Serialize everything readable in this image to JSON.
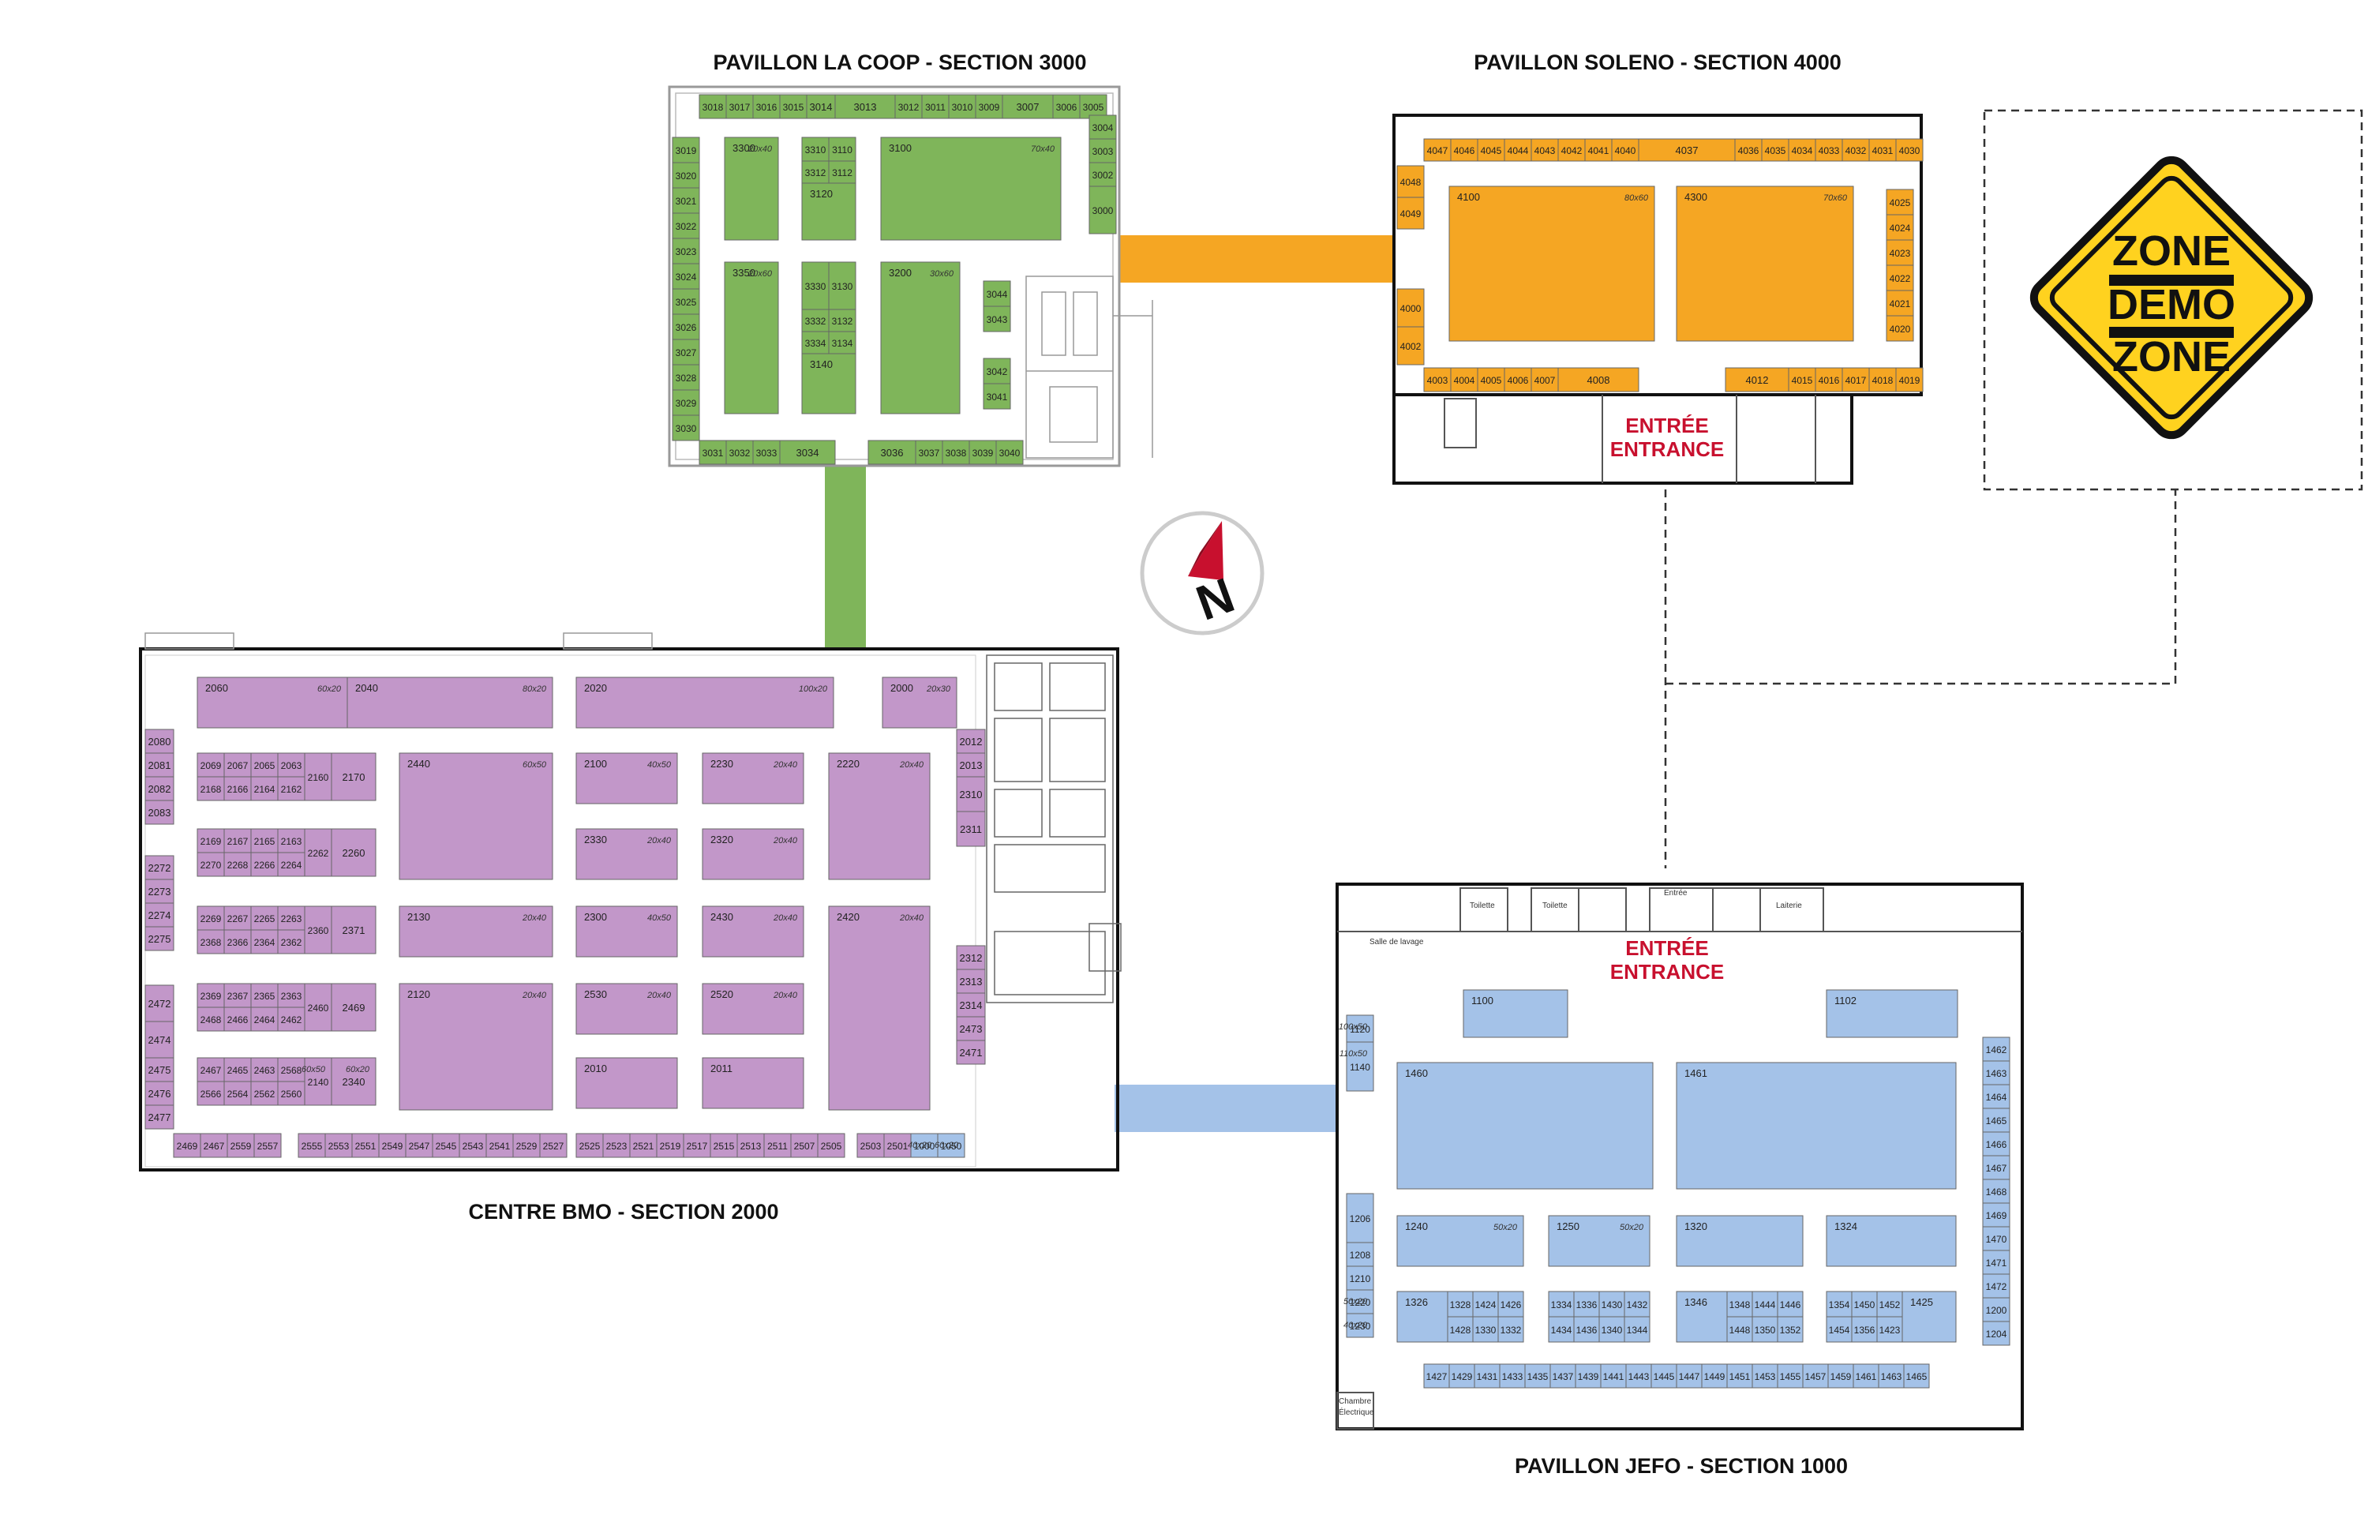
{
  "colors": {
    "coop": "#7fb55a",
    "soleno": "#f5a623",
    "bmo": "#c297c9",
    "jefo": "#a4c2e8",
    "stroke": "#666666",
    "wall": "#111111",
    "entry": "#c8102e",
    "sign": "#ffd21f"
  },
  "titles": {
    "coop": "PAVILLON LA COOP - SECTION 3000",
    "soleno": "PAVILLON SOLENO - SECTION 4000",
    "bmo": "CENTRE BMO - SECTION 2000",
    "jefo": "PAVILLON JEFO - SECTION 1000"
  },
  "entrance": {
    "line1": "ENTRÉE",
    "line2": "ENTRANCE"
  },
  "compass": {
    "letter": "N"
  },
  "demo_zone": {
    "line1": "ZONE",
    "line2": "DEMO",
    "line3": "ZONE"
  },
  "room_labels": {
    "toilette1": "Toilette",
    "toilette2": "Toilette",
    "entree_small": "Entrée",
    "laiterie": "Laiterie",
    "salle_lavage": "Salle de lavage",
    "chambre": "Chambre",
    "electrique": "Électrique"
  },
  "booths": [
    {
      "n": "3018",
      "c": "coop"
    },
    {
      "n": "3017",
      "c": "coop"
    },
    {
      "n": "3016",
      "c": "coop"
    },
    {
      "n": "3015",
      "c": "coop"
    },
    {
      "n": "3014",
      "c": "coop"
    },
    {
      "n": "3013",
      "c": "coop"
    },
    {
      "n": "3012",
      "c": "coop"
    },
    {
      "n": "3011",
      "c": "coop"
    },
    {
      "n": "3010",
      "c": "coop"
    },
    {
      "n": "3009",
      "c": "coop"
    },
    {
      "n": "3007",
      "c": "coop"
    },
    {
      "n": "3006",
      "c": "coop"
    },
    {
      "n": "3005",
      "c": "coop"
    },
    {
      "n": "3004",
      "c": "coop"
    },
    {
      "n": "3003",
      "c": "coop"
    },
    {
      "n": "3002",
      "c": "coop"
    },
    {
      "n": "3000",
      "c": "coop"
    },
    {
      "n": "3019",
      "c": "coop"
    },
    {
      "n": "3020",
      "c": "coop"
    },
    {
      "n": "3021",
      "c": "coop"
    },
    {
      "n": "3022",
      "c": "coop"
    },
    {
      "n": "3023",
      "c": "coop"
    },
    {
      "n": "3024",
      "c": "coop"
    },
    {
      "n": "3025",
      "c": "coop"
    },
    {
      "n": "3026",
      "c": "coop"
    },
    {
      "n": "3027",
      "c": "coop"
    },
    {
      "n": "3028",
      "c": "coop"
    },
    {
      "n": "3029",
      "c": "coop"
    },
    {
      "n": "3030",
      "c": "coop"
    },
    {
      "n": "3031",
      "c": "coop"
    },
    {
      "n": "3032",
      "c": "coop"
    },
    {
      "n": "3033",
      "c": "coop"
    },
    {
      "n": "3034",
      "c": "coop"
    },
    {
      "n": "3036",
      "c": "coop"
    },
    {
      "n": "3037",
      "c": "coop"
    },
    {
      "n": "3038",
      "c": "coop"
    },
    {
      "n": "3039",
      "c": "coop"
    },
    {
      "n": "3040",
      "c": "coop"
    },
    {
      "n": "3300",
      "c": "coop",
      "s": "20x40"
    },
    {
      "n": "3310",
      "c": "coop"
    },
    {
      "n": "3110",
      "c": "coop"
    },
    {
      "n": "3312",
      "c": "coop"
    },
    {
      "n": "3112",
      "c": "coop"
    },
    {
      "n": "3120",
      "c": "coop"
    },
    {
      "n": "3100",
      "c": "coop",
      "s": "70x40"
    },
    {
      "n": "3350",
      "c": "coop",
      "s": "20x60"
    },
    {
      "n": "3330",
      "c": "coop"
    },
    {
      "n": "3130",
      "c": "coop"
    },
    {
      "n": "3332",
      "c": "coop"
    },
    {
      "n": "3132",
      "c": "coop"
    },
    {
      "n": "3334",
      "c": "coop"
    },
    {
      "n": "3134",
      "c": "coop"
    },
    {
      "n": "3140",
      "c": "coop"
    },
    {
      "n": "3200",
      "c": "coop",
      "s": "30x60"
    },
    {
      "n": "3044",
      "c": "coop"
    },
    {
      "n": "3043",
      "c": "coop"
    },
    {
      "n": "3042",
      "c": "coop"
    },
    {
      "n": "3041",
      "c": "coop"
    },
    {
      "n": "4047",
      "c": "soleno"
    },
    {
      "n": "4046",
      "c": "soleno"
    },
    {
      "n": "4045",
      "c": "soleno"
    },
    {
      "n": "4044",
      "c": "soleno"
    },
    {
      "n": "4043",
      "c": "soleno"
    },
    {
      "n": "4042",
      "c": "soleno"
    },
    {
      "n": "4041",
      "c": "soleno"
    },
    {
      "n": "4040",
      "c": "soleno"
    },
    {
      "n": "4037",
      "c": "soleno"
    },
    {
      "n": "4036",
      "c": "soleno"
    },
    {
      "n": "4035",
      "c": "soleno"
    },
    {
      "n": "4034",
      "c": "soleno"
    },
    {
      "n": "4033",
      "c": "soleno"
    },
    {
      "n": "4032",
      "c": "soleno"
    },
    {
      "n": "4031",
      "c": "soleno"
    },
    {
      "n": "4030",
      "c": "soleno"
    },
    {
      "n": "4048",
      "c": "soleno"
    },
    {
      "n": "4049",
      "c": "soleno"
    },
    {
      "n": "4000",
      "c": "soleno"
    },
    {
      "n": "4002",
      "c": "soleno"
    },
    {
      "n": "4100",
      "c": "soleno",
      "s": "80x60"
    },
    {
      "n": "4300",
      "c": "soleno",
      "s": "70x60"
    },
    {
      "n": "4025",
      "c": "soleno"
    },
    {
      "n": "4024",
      "c": "soleno"
    },
    {
      "n": "4023",
      "c": "soleno"
    },
    {
      "n": "4022",
      "c": "soleno"
    },
    {
      "n": "4021",
      "c": "soleno"
    },
    {
      "n": "4020",
      "c": "soleno"
    },
    {
      "n": "4003",
      "c": "soleno"
    },
    {
      "n": "4004",
      "c": "soleno"
    },
    {
      "n": "4005",
      "c": "soleno"
    },
    {
      "n": "4006",
      "c": "soleno"
    },
    {
      "n": "4007",
      "c": "soleno"
    },
    {
      "n": "4008",
      "c": "soleno"
    },
    {
      "n": "4012",
      "c": "soleno"
    },
    {
      "n": "4015",
      "c": "soleno"
    },
    {
      "n": "4016",
      "c": "soleno"
    },
    {
      "n": "4017",
      "c": "soleno"
    },
    {
      "n": "4018",
      "c": "soleno"
    },
    {
      "n": "4019",
      "c": "soleno"
    },
    {
      "n": "2060",
      "c": "bmo",
      "s": "60x20"
    },
    {
      "n": "2040",
      "c": "bmo",
      "s": "80x20"
    },
    {
      "n": "2020",
      "c": "bmo",
      "s": "100x20"
    },
    {
      "n": "2000",
      "c": "bmo",
      "s": "20x30"
    },
    {
      "n": "2080",
      "c": "bmo"
    },
    {
      "n": "2081",
      "c": "bmo"
    },
    {
      "n": "2082",
      "c": "bmo"
    },
    {
      "n": "2083",
      "c": "bmo"
    },
    {
      "n": "2272",
      "c": "bmo"
    },
    {
      "n": "2273",
      "c": "bmo"
    },
    {
      "n": "2274",
      "c": "bmo"
    },
    {
      "n": "2275",
      "c": "bmo"
    },
    {
      "n": "2472",
      "c": "bmo"
    },
    {
      "n": "2474",
      "c": "bmo"
    },
    {
      "n": "2475",
      "c": "bmo"
    },
    {
      "n": "2476",
      "c": "bmo"
    },
    {
      "n": "2477",
      "c": "bmo"
    },
    {
      "n": "2069",
      "c": "bmo"
    },
    {
      "n": "2067",
      "c": "bmo"
    },
    {
      "n": "2065",
      "c": "bmo"
    },
    {
      "n": "2063",
      "c": "bmo"
    },
    {
      "n": "2168",
      "c": "bmo"
    },
    {
      "n": "2166",
      "c": "bmo"
    },
    {
      "n": "2164",
      "c": "bmo"
    },
    {
      "n": "2162",
      "c": "bmo"
    },
    {
      "n": "2160",
      "c": "bmo"
    },
    {
      "n": "2170",
      "c": "bmo"
    },
    {
      "n": "2169",
      "c": "bmo"
    },
    {
      "n": "2167",
      "c": "bmo"
    },
    {
      "n": "2165",
      "c": "bmo"
    },
    {
      "n": "2163",
      "c": "bmo"
    },
    {
      "n": "2270",
      "c": "bmo"
    },
    {
      "n": "2268",
      "c": "bmo"
    },
    {
      "n": "2266",
      "c": "bmo"
    },
    {
      "n": "2264",
      "c": "bmo"
    },
    {
      "n": "2262",
      "c": "bmo"
    },
    {
      "n": "2260",
      "c": "bmo"
    },
    {
      "n": "2269",
      "c": "bmo"
    },
    {
      "n": "2267",
      "c": "bmo"
    },
    {
      "n": "2265",
      "c": "bmo"
    },
    {
      "n": "2263",
      "c": "bmo"
    },
    {
      "n": "2368",
      "c": "bmo"
    },
    {
      "n": "2366",
      "c": "bmo"
    },
    {
      "n": "2364",
      "c": "bmo"
    },
    {
      "n": "2362",
      "c": "bmo"
    },
    {
      "n": "2360",
      "c": "bmo"
    },
    {
      "n": "2371",
      "c": "bmo"
    },
    {
      "n": "2369",
      "c": "bmo"
    },
    {
      "n": "2367",
      "c": "bmo"
    },
    {
      "n": "2365",
      "c": "bmo"
    },
    {
      "n": "2363",
      "c": "bmo"
    },
    {
      "n": "2468",
      "c": "bmo"
    },
    {
      "n": "2466",
      "c": "bmo"
    },
    {
      "n": "2464",
      "c": "bmo"
    },
    {
      "n": "2462",
      "c": "bmo"
    },
    {
      "n": "2460",
      "c": "bmo"
    },
    {
      "n": "2469",
      "c": "bmo"
    },
    {
      "n": "2467",
      "c": "bmo"
    },
    {
      "n": "2465",
      "c": "bmo"
    },
    {
      "n": "2463",
      "c": "bmo"
    },
    {
      "n": "2568",
      "c": "bmo"
    },
    {
      "n": "2566",
      "c": "bmo"
    },
    {
      "n": "2564",
      "c": "bmo"
    },
    {
      "n": "2562",
      "c": "bmo"
    },
    {
      "n": "2560",
      "c": "bmo"
    },
    {
      "n": "2140",
      "c": "bmo",
      "s": "60x50"
    },
    {
      "n": "2340",
      "c": "bmo",
      "s": "60x20"
    },
    {
      "n": "2440",
      "c": "bmo",
      "s": "60x50"
    },
    {
      "n": "2130",
      "c": "bmo",
      "s": "20x40"
    },
    {
      "n": "2120",
      "c": "bmo",
      "s": "20x40"
    },
    {
      "n": "2100",
      "c": "bmo",
      "s": "40x50"
    },
    {
      "n": "2230",
      "c": "bmo",
      "s": "20x40"
    },
    {
      "n": "2220",
      "c": "bmo",
      "s": "20x40"
    },
    {
      "n": "2330",
      "c": "bmo",
      "s": "20x40"
    },
    {
      "n": "2320",
      "c": "bmo",
      "s": "20x40"
    },
    {
      "n": "2300",
      "c": "bmo",
      "s": "40x50"
    },
    {
      "n": "2430",
      "c": "bmo",
      "s": "20x40"
    },
    {
      "n": "2420",
      "c": "bmo",
      "s": "20x40"
    },
    {
      "n": "2530",
      "c": "bmo",
      "s": "20x40"
    },
    {
      "n": "2520",
      "c": "bmo",
      "s": "20x40"
    },
    {
      "n": "2010",
      "c": "bmo"
    },
    {
      "n": "2011",
      "c": "bmo"
    },
    {
      "n": "2012",
      "c": "bmo"
    },
    {
      "n": "2013",
      "c": "bmo"
    },
    {
      "n": "2310",
      "c": "bmo"
    },
    {
      "n": "2311",
      "c": "bmo"
    },
    {
      "n": "2312",
      "c": "bmo"
    },
    {
      "n": "2313",
      "c": "bmo"
    },
    {
      "n": "2314",
      "c": "bmo"
    },
    {
      "n": "2473",
      "c": "bmo"
    },
    {
      "n": "2471",
      "c": "bmo"
    },
    {
      "n": "2469",
      "c": "bmo"
    },
    {
      "n": "2467",
      "c": "bmo"
    },
    {
      "n": "2559",
      "c": "bmo"
    },
    {
      "n": "2557",
      "c": "bmo"
    },
    {
      "n": "2555",
      "c": "bmo"
    },
    {
      "n": "2553",
      "c": "bmo"
    },
    {
      "n": "2551",
      "c": "bmo"
    },
    {
      "n": "2549",
      "c": "bmo"
    },
    {
      "n": "2547",
      "c": "bmo"
    },
    {
      "n": "2545",
      "c": "bmo"
    },
    {
      "n": "2543",
      "c": "bmo"
    },
    {
      "n": "2541",
      "c": "bmo"
    },
    {
      "n": "2529",
      "c": "bmo"
    },
    {
      "n": "2527",
      "c": "bmo"
    },
    {
      "n": "2525",
      "c": "bmo"
    },
    {
      "n": "2523",
      "c": "bmo"
    },
    {
      "n": "2521",
      "c": "bmo"
    },
    {
      "n": "2519",
      "c": "bmo"
    },
    {
      "n": "2517",
      "c": "bmo"
    },
    {
      "n": "2515",
      "c": "bmo"
    },
    {
      "n": "2513",
      "c": "bmo"
    },
    {
      "n": "2511",
      "c": "bmo"
    },
    {
      "n": "2507",
      "c": "bmo"
    },
    {
      "n": "2505",
      "c": "bmo"
    },
    {
      "n": "2503",
      "c": "bmo"
    },
    {
      "n": "2501",
      "c": "bmo"
    },
    {
      "n": "1000",
      "c": "jefo",
      "s": "40x20"
    },
    {
      "n": "1050",
      "c": "jefo",
      "s": "60x20"
    },
    {
      "n": "1100",
      "c": "jefo"
    },
    {
      "n": "1102",
      "c": "jefo"
    },
    {
      "n": "1120",
      "c": "jefo",
      "s": "100x50"
    },
    {
      "n": "1140",
      "c": "jefo",
      "s": "110x50"
    },
    {
      "n": "1460",
      "c": "jefo"
    },
    {
      "n": "1461",
      "c": "jefo"
    },
    {
      "n": "1462",
      "c": "jefo"
    },
    {
      "n": "1463",
      "c": "jefo"
    },
    {
      "n": "1464",
      "c": "jefo"
    },
    {
      "n": "1465",
      "c": "jefo"
    },
    {
      "n": "1466",
      "c": "jefo"
    },
    {
      "n": "1467",
      "c": "jefo"
    },
    {
      "n": "1468",
      "c": "jefo"
    },
    {
      "n": "1469",
      "c": "jefo"
    },
    {
      "n": "1470",
      "c": "jefo"
    },
    {
      "n": "1471",
      "c": "jefo"
    },
    {
      "n": "1472",
      "c": "jefo"
    },
    {
      "n": "1200",
      "c": "jefo"
    },
    {
      "n": "1204",
      "c": "jefo"
    },
    {
      "n": "1206",
      "c": "jefo"
    },
    {
      "n": "1208",
      "c": "jefo"
    },
    {
      "n": "1210",
      "c": "jefo"
    },
    {
      "n": "1220",
      "c": "jefo",
      "s": "50x20"
    },
    {
      "n": "1230",
      "c": "jefo",
      "s": "40x20"
    },
    {
      "n": "1240",
      "c": "jefo",
      "s": "50x20"
    },
    {
      "n": "1250",
      "c": "jefo",
      "s": "50x20"
    },
    {
      "n": "1320",
      "c": "jefo"
    },
    {
      "n": "1324",
      "c": "jefo"
    },
    {
      "n": "1326",
      "c": "jefo"
    },
    {
      "n": "1328",
      "c": "jefo"
    },
    {
      "n": "1424",
      "c": "jefo"
    },
    {
      "n": "1426",
      "c": "jefo"
    },
    {
      "n": "1428",
      "c": "jefo"
    },
    {
      "n": "1330",
      "c": "jefo"
    },
    {
      "n": "1332",
      "c": "jefo"
    },
    {
      "n": "1334",
      "c": "jefo"
    },
    {
      "n": "1336",
      "c": "jefo"
    },
    {
      "n": "1430",
      "c": "jefo"
    },
    {
      "n": "1432",
      "c": "jefo"
    },
    {
      "n": "1434",
      "c": "jefo"
    },
    {
      "n": "1436",
      "c": "jefo"
    },
    {
      "n": "1340",
      "c": "jefo"
    },
    {
      "n": "1344",
      "c": "jefo"
    },
    {
      "n": "1346",
      "c": "jefo"
    },
    {
      "n": "1348",
      "c": "jefo"
    },
    {
      "n": "1444",
      "c": "jefo"
    },
    {
      "n": "1446",
      "c": "jefo"
    },
    {
      "n": "1448",
      "c": "jefo"
    },
    {
      "n": "1350",
      "c": "jefo"
    },
    {
      "n": "1352",
      "c": "jefo"
    },
    {
      "n": "1354",
      "c": "jefo"
    },
    {
      "n": "1450",
      "c": "jefo"
    },
    {
      "n": "1452",
      "c": "jefo"
    },
    {
      "n": "1454",
      "c": "jefo"
    },
    {
      "n": "1356",
      "c": "jefo"
    },
    {
      "n": "1423",
      "c": "jefo"
    },
    {
      "n": "1425",
      "c": "jefo"
    },
    {
      "n": "1427",
      "c": "jefo"
    },
    {
      "n": "1429",
      "c": "jefo"
    },
    {
      "n": "1431",
      "c": "jefo"
    },
    {
      "n": "1433",
      "c": "jefo"
    },
    {
      "n": "1435",
      "c": "jefo"
    },
    {
      "n": "1437",
      "c": "jefo"
    },
    {
      "n": "1439",
      "c": "jefo"
    },
    {
      "n": "1441",
      "c": "jefo"
    },
    {
      "n": "1443",
      "c": "jefo"
    },
    {
      "n": "1445",
      "c": "jefo"
    },
    {
      "n": "1447",
      "c": "jefo"
    },
    {
      "n": "1449",
      "c": "jefo"
    },
    {
      "n": "1451",
      "c": "jefo"
    },
    {
      "n": "1453",
      "c": "jefo"
    },
    {
      "n": "1455",
      "c": "jefo"
    },
    {
      "n": "1457",
      "c": "jefo"
    },
    {
      "n": "1459",
      "c": "jefo"
    },
    {
      "n": "1461",
      "c": "jefo"
    },
    {
      "n": "1463",
      "c": "jefo"
    },
    {
      "n": "1465",
      "c": "jefo"
    }
  ]
}
